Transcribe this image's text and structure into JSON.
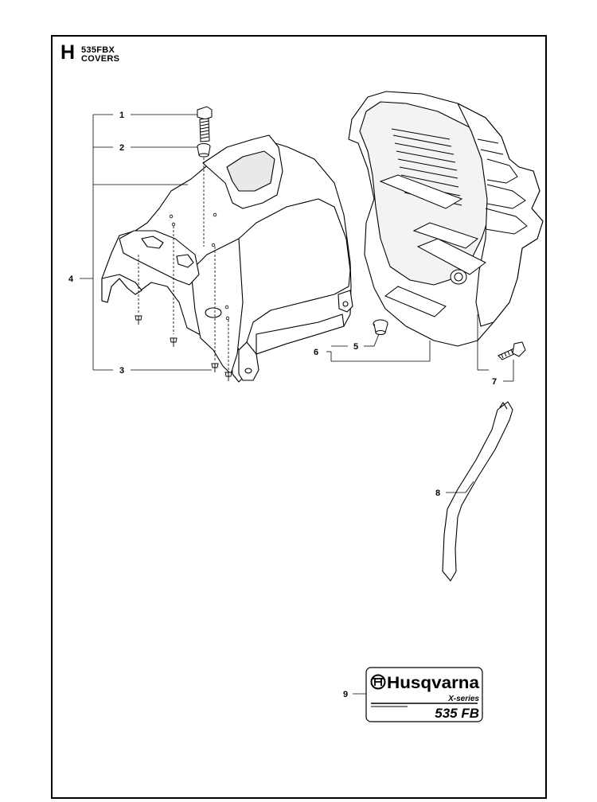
{
  "header": {
    "section_letter": "H",
    "model": "535FBX",
    "section_name": "COVERS"
  },
  "callouts": [
    {
      "id": "1",
      "label": "1"
    },
    {
      "id": "2",
      "label": "2"
    },
    {
      "id": "3",
      "label": "3"
    },
    {
      "id": "4",
      "label": "4"
    },
    {
      "id": "5",
      "label": "5"
    },
    {
      "id": "6",
      "label": "6"
    },
    {
      "id": "7",
      "label": "7"
    },
    {
      "id": "8",
      "label": "8"
    },
    {
      "id": "9",
      "label": "9"
    }
  ],
  "decal": {
    "brand": "Husqvarna",
    "series": "X-series",
    "model": "535 FB"
  }
}
